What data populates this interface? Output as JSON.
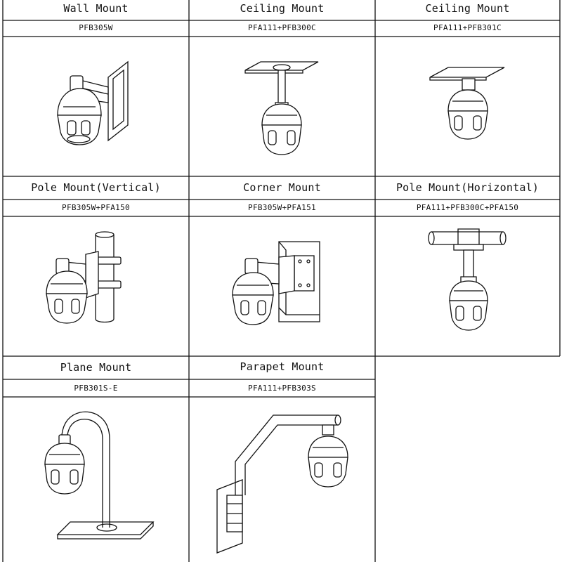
{
  "mounts": [
    {
      "title": "Wall Mount",
      "model": "PFB305W",
      "illustration": "wall-mount"
    },
    {
      "title": "Ceiling Mount",
      "model": "PFA111+PFB300C",
      "illustration": "ceiling-mount-pendant"
    },
    {
      "title": "Ceiling Mount",
      "model": "PFA111+PFB301C",
      "illustration": "ceiling-mount-flush"
    },
    {
      "title": "Pole Mount(Vertical)",
      "model": "PFB305W+PFA150",
      "illustration": "pole-mount-vertical"
    },
    {
      "title": "Corner Mount",
      "model": "PFB305W+PFA151",
      "illustration": "corner-mount"
    },
    {
      "title": "Pole Mount(Horizontal)",
      "model": "PFA111+PFB300C+PFA150",
      "illustration": "pole-mount-horizontal"
    },
    {
      "title": "Plane Mount",
      "model": "PFB301S-E",
      "illustration": "plane-mount"
    },
    {
      "title": "Parapet Mount",
      "model": "PFA111+PFB303S",
      "illustration": "parapet-mount"
    }
  ]
}
